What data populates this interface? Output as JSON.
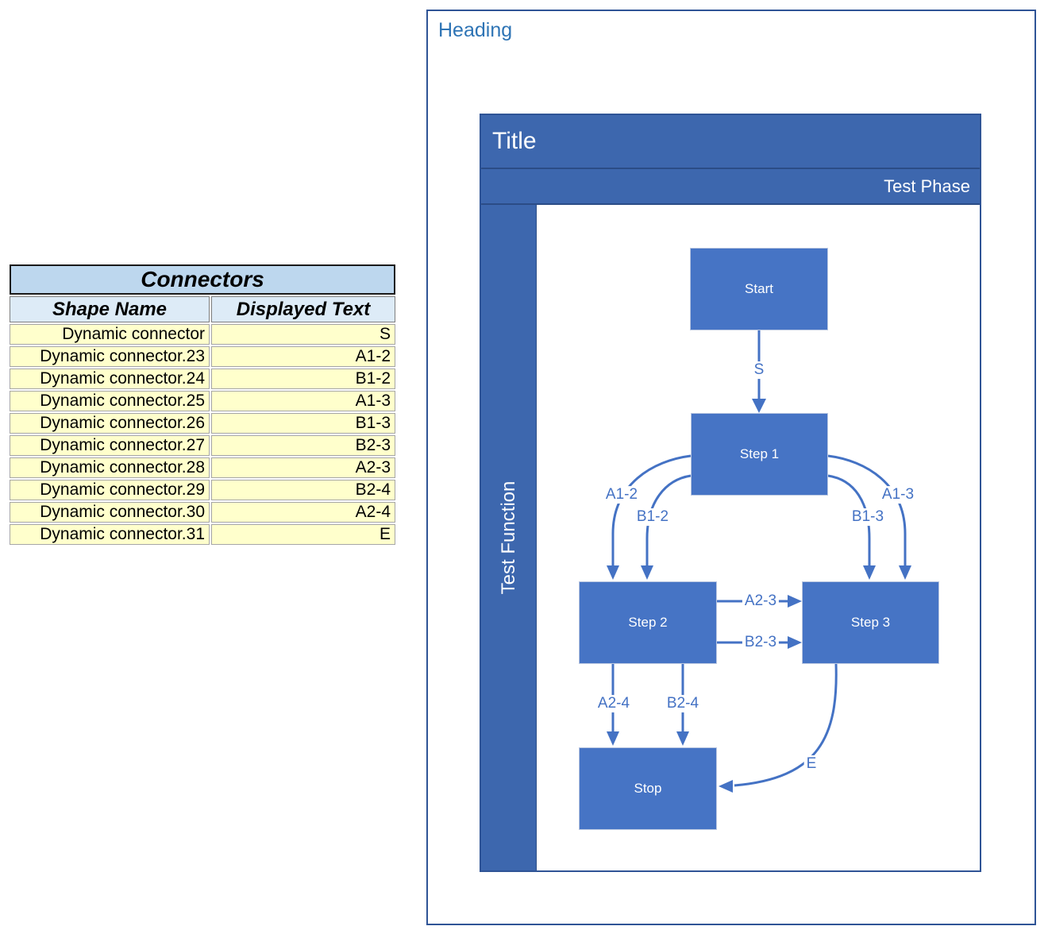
{
  "connectors_table": {
    "title": "Connectors",
    "columns": [
      "Shape Name",
      "Displayed Text"
    ],
    "rows": [
      [
        "Dynamic connector",
        "S"
      ],
      [
        "Dynamic connector.23",
        "A1-2"
      ],
      [
        "Dynamic connector.24",
        "B1-2"
      ],
      [
        "Dynamic connector.25",
        "A1-3"
      ],
      [
        "Dynamic connector.26",
        "B1-3"
      ],
      [
        "Dynamic connector.27",
        "B2-3"
      ],
      [
        "Dynamic connector.28",
        "A2-3"
      ],
      [
        "Dynamic connector.29",
        "B2-4"
      ],
      [
        "Dynamic connector.30",
        "A2-4"
      ],
      [
        "Dynamic connector.31",
        "E"
      ]
    ]
  },
  "diagram": {
    "heading": "Heading",
    "band": {
      "title": "Title",
      "phase_label": "Test Phase",
      "function_label": "Test Function"
    },
    "nodes": {
      "start": "Start",
      "step1": "Step 1",
      "step2": "Step 2",
      "step3": "Step 3",
      "stop": "Stop"
    },
    "edges": [
      {
        "label": "S",
        "from": "Start",
        "to": "Step 1"
      },
      {
        "label": "A1-2",
        "from": "Step 1",
        "to": "Step 2"
      },
      {
        "label": "B1-2",
        "from": "Step 1",
        "to": "Step 2"
      },
      {
        "label": "B1-3",
        "from": "Step 1",
        "to": "Step 3"
      },
      {
        "label": "A1-3",
        "from": "Step 1",
        "to": "Step 3"
      },
      {
        "label": "A2-3",
        "from": "Step 2",
        "to": "Step 3"
      },
      {
        "label": "B2-3",
        "from": "Step 2",
        "to": "Step 3"
      },
      {
        "label": "A2-4",
        "from": "Step 2",
        "to": "Stop"
      },
      {
        "label": "B2-4",
        "from": "Step 2",
        "to": "Stop"
      },
      {
        "label": "E",
        "from": "Step 3",
        "to": "Stop"
      }
    ]
  },
  "colors": {
    "accent_blue": "#4472C4",
    "band_blue": "#3D67AE",
    "frame_border": "#2F5496",
    "heading_text": "#2E74B5",
    "table_title_bg": "#BDD7EE",
    "table_header_bg": "#DDEBF7",
    "table_row_bg": "#FFFFCC",
    "node_fill": "#4674C5"
  }
}
